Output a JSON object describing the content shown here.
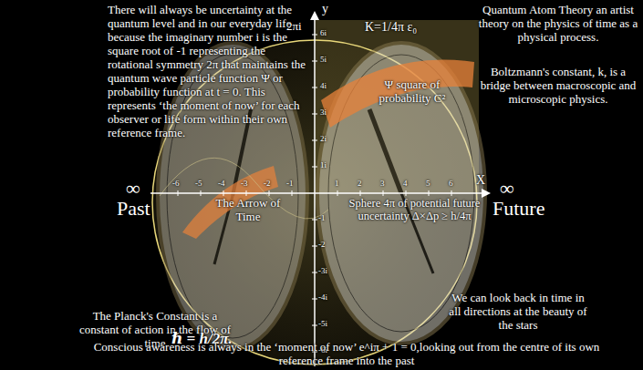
{
  "diagram": {
    "labels": [
      "There will always be uncertainty at the quantum level and in our everyday life because the imaginary number i is the square root of -1 representing the rotational symmetry 2π that maintains the quantum wave particle function Ψ or probability function at t = 0. This represents ‘the moment of now’ for each observer or life form within their own reference frame.",
      "Quantum Atom Theory an artist theory on the physics of time as a physical process.",
      "Boltzmann's constant, k, is a bridge between macroscopic and microscopic physics.",
      "K=1/4π ε₀",
      "Ψ square of probability C²",
      "2πi",
      "y",
      "X",
      "6i",
      "5i",
      "4i",
      "3i",
      "2i",
      "1i",
      "-1",
      "-2",
      "-3i",
      "-4i",
      "-5i",
      "-6i",
      "-6",
      "-5",
      "-4",
      "-3",
      "-2",
      "-1",
      "1",
      "2",
      "3",
      "4",
      "5",
      "6",
      "∞",
      "Past",
      "∞",
      "Future",
      "The Arrow of Time",
      "Sphere 4π of potential future uncertainty Δ×Δp ≥ h/4π",
      "We can look back in time in all directions at the beauty of the stars",
      "The Planck's Constant is a constant of action in the flow of time",
      "ℏ = h/2π.",
      "Conscious awareness is always in the ‘moment of now’ e^iπ + 1 = 0,looking out from the centre of its own reference frame into the past"
    ]
  }
}
